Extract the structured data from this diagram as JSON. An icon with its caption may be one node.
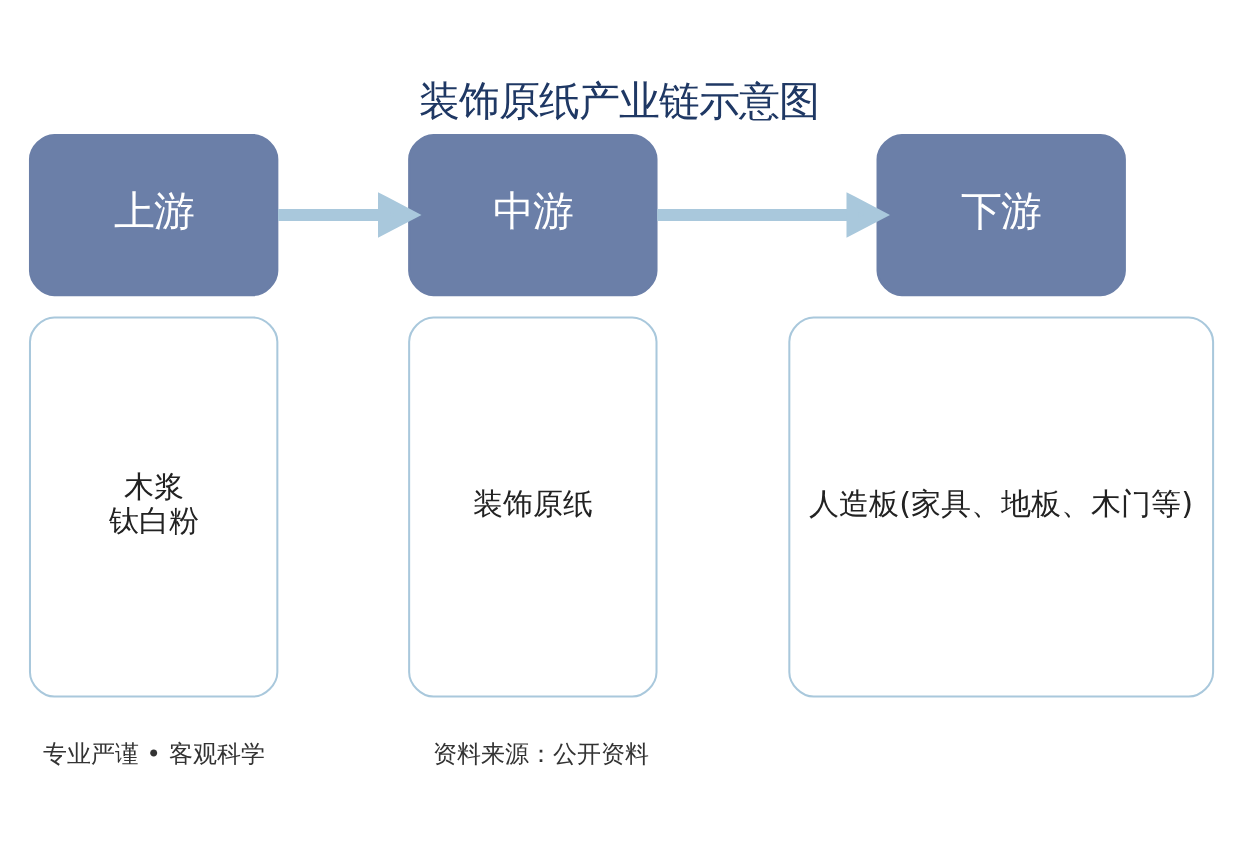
{
  "diagram": {
    "title": "装饰原纸产业链示意图",
    "nodes": [
      {
        "text": [
          "上游"
        ]
      },
      {
        "text": [
          "木浆",
          "钛白粉"
        ]
      },
      {
        "text": [
          "中游"
        ]
      },
      {
        "text": [
          "装饰原纸"
        ]
      },
      {
        "text": [
          "下游"
        ]
      },
      {
        "text": [
          "人造板(家具、地板、木门等)"
        ]
      }
    ],
    "edges": [
      {
        "from": 0,
        "to": 2,
        "arrow": "to"
      },
      {
        "from": 2,
        "to": 4,
        "arrow": "to"
      }
    ],
    "labels": [
      "专业严谨 • 客观科学",
      "资料来源：公开资料"
    ]
  }
}
